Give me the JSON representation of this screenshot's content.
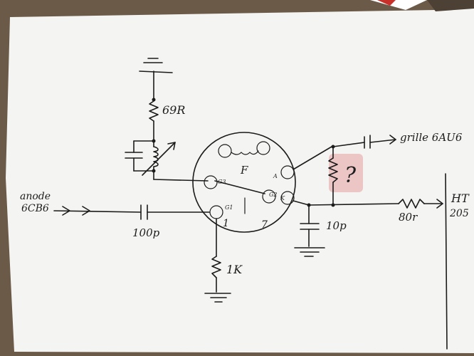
{
  "labels": {
    "ground_res": "69R",
    "tube_name": "F",
    "pin_g3": "G3",
    "pin_a": "A",
    "pin_g2": "G2",
    "pin_g1": "G1",
    "pin_k": "K",
    "pin_num_1": "1",
    "pin_num_7": "7",
    "output": "grille 6AU6",
    "unknown_res": "?",
    "input_line1": "anode",
    "input_line2": "6CB6",
    "coupling_cap": "100p",
    "bypass_cap": "10p",
    "grid_res": "1K",
    "series_res": "80r",
    "ht_line1": "HT",
    "ht_line2": "205"
  },
  "colors": {
    "paper": "#f3f3f1",
    "ink": "#1b1b1b",
    "highlight": "#e9b6b6",
    "background": "#6b5a48"
  }
}
